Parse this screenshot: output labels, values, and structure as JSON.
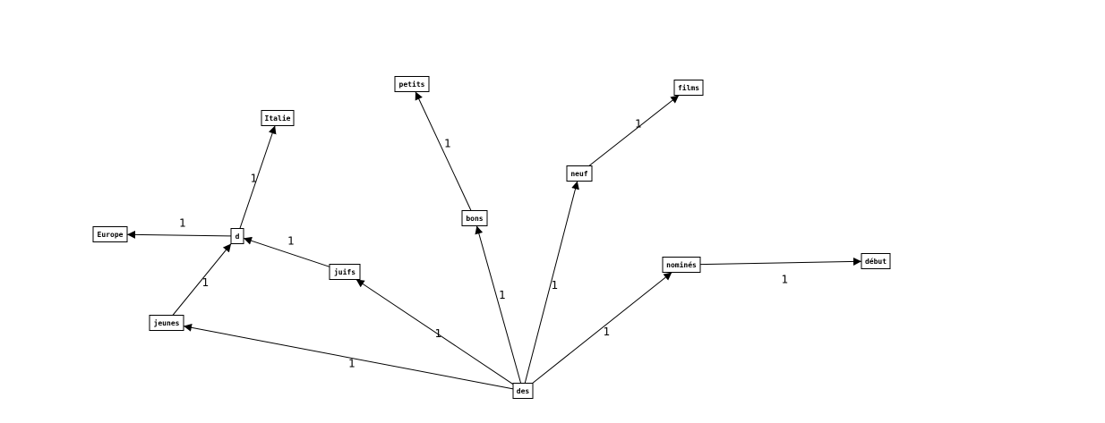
{
  "nodes": [
    {
      "id": "italie",
      "label": "Italie"
    },
    {
      "id": "petits",
      "label": "petits"
    },
    {
      "id": "films",
      "label": "films"
    },
    {
      "id": "europe",
      "label": "Europe"
    },
    {
      "id": "d",
      "label": "d"
    },
    {
      "id": "bons",
      "label": "bons"
    },
    {
      "id": "neuf",
      "label": "neuf"
    },
    {
      "id": "juifs",
      "label": "juifs"
    },
    {
      "id": "nomines",
      "label": "nominés"
    },
    {
      "id": "debut",
      "label": "début"
    },
    {
      "id": "jeunes",
      "label": "jeunes"
    },
    {
      "id": "des",
      "label": "des"
    }
  ],
  "edges": [
    {
      "from": "d",
      "to": "italie",
      "label": "1"
    },
    {
      "from": "d",
      "to": "europe",
      "label": "1"
    },
    {
      "from": "jeunes",
      "to": "d",
      "label": "1"
    },
    {
      "from": "juifs",
      "to": "d",
      "label": "1"
    },
    {
      "from": "bons",
      "to": "petits",
      "label": "1"
    },
    {
      "from": "neuf",
      "to": "films",
      "label": "1"
    },
    {
      "from": "des",
      "to": "jeunes",
      "label": "1"
    },
    {
      "from": "des",
      "to": "juifs",
      "label": "1"
    },
    {
      "from": "des",
      "to": "bons",
      "label": "1"
    },
    {
      "from": "des",
      "to": "neuf",
      "label": "1"
    },
    {
      "from": "des",
      "to": "nomines",
      "label": "1"
    },
    {
      "from": "nomines",
      "to": "debut",
      "label": "1"
    }
  ]
}
